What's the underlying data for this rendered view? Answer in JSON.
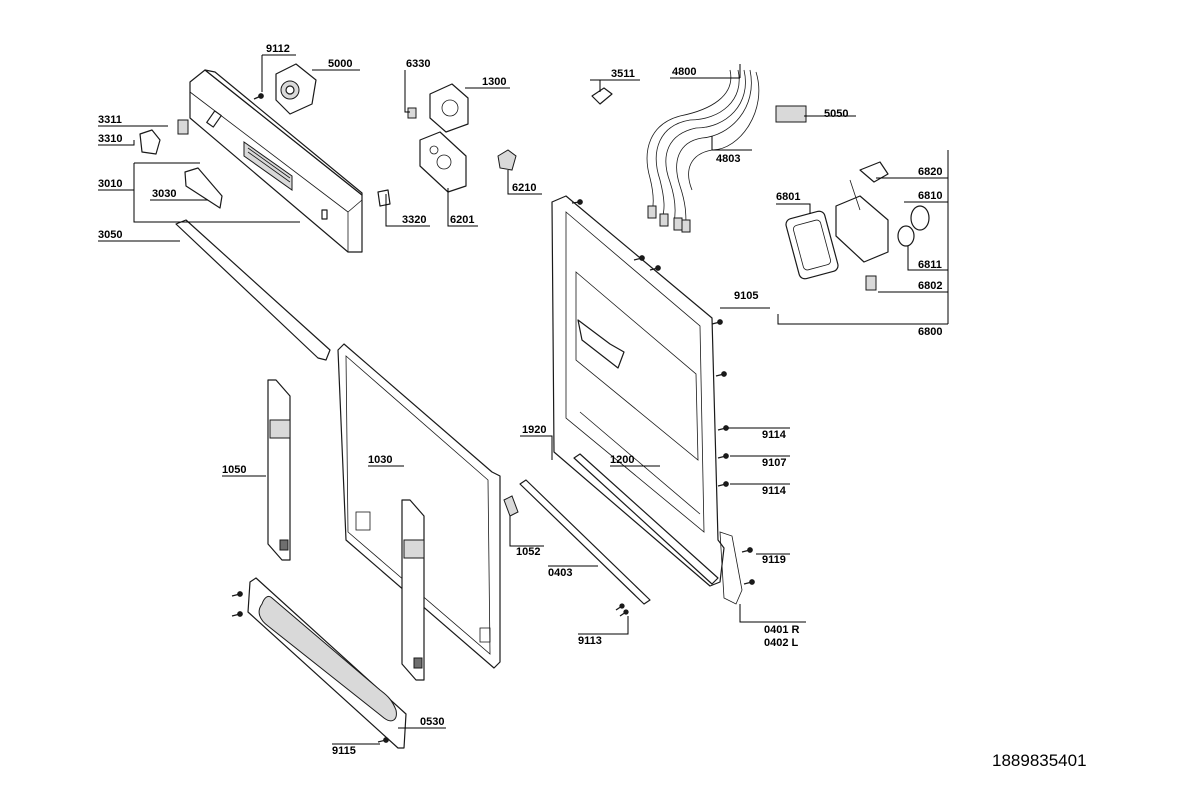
{
  "diagram": {
    "document_number": "1889835401",
    "parts": {
      "p9112": "9112",
      "p5000": "5000",
      "p6330": "6330",
      "p1300": "1300",
      "p3511": "3511",
      "p4800": "4800",
      "p5050": "5050",
      "p4803": "4803",
      "p3311": "3311",
      "p3310": "3310",
      "p3010": "3010",
      "p3030": "3030",
      "p3320": "3320",
      "p6201": "6201",
      "p6210": "6210",
      "p6820": "6820",
      "p6801": "6801",
      "p6810": "6810",
      "p6811": "6811",
      "p6802": "6802",
      "p6800": "6800",
      "p3050": "3050",
      "p9105": "9105",
      "p1920": "1920",
      "p1200": "1200",
      "p9114a": "9114",
      "p9107": "9107",
      "p9114b": "9114",
      "p1050": "1050",
      "p1030": "1030",
      "p1052": "1052",
      "p0403": "0403",
      "p9119": "9119",
      "p9113": "9113",
      "p0401": "0401 R",
      "p0402": "0402 L",
      "p0530": "0530",
      "p9115": "9115"
    }
  }
}
